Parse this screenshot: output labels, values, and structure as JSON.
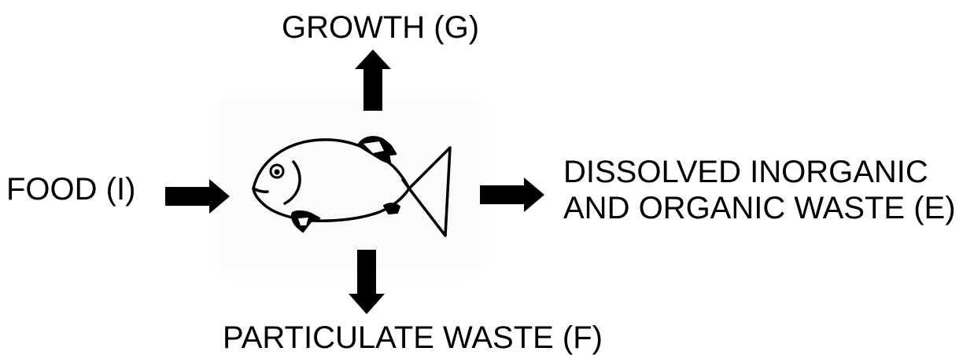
{
  "diagram": {
    "labels": {
      "growth": "GROWTH (G)",
      "food": "FOOD (I)",
      "dissolved_line1": "DISSOLVED INORGANIC",
      "dissolved_line2": "AND ORGANIC WASTE (E)",
      "particulate": "PARTICULATE WASTE (F)"
    },
    "icons": {
      "center": "fish-icon",
      "arrows": [
        "arrow-up-icon",
        "arrow-right-icon",
        "arrow-right-icon",
        "arrow-down-icon"
      ]
    },
    "colors": {
      "ink": "#000000",
      "background": "#ffffff",
      "fish_panel": "#fbfbfb"
    }
  }
}
